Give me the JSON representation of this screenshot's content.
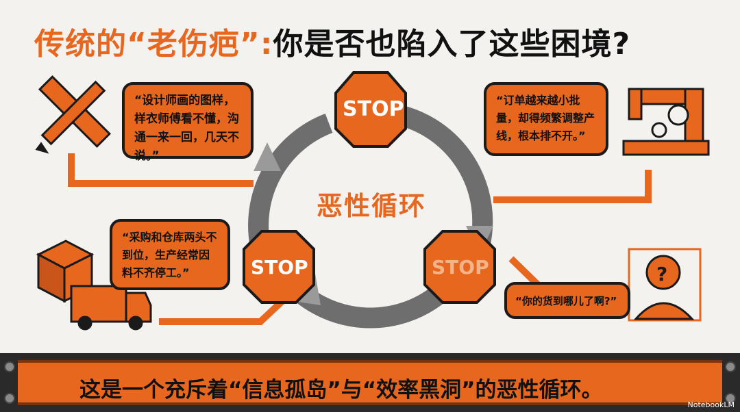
{
  "title": {
    "part1": "传统的",
    "part2": "“老伤疤”",
    "part3": ":",
    "part4": "你是否也陷入了这些困境?"
  },
  "bubbles": {
    "top_left": "“设计师画的图样，样衣师傅看不懂，沟通一来一回，几天不说。”",
    "top_right": "“订单越来越小批量，却得频繁调整产线，根本排不开。”",
    "mid_left": "“采购和仓库两头不到位，生产经常因料不齐停工。”",
    "bottom_right": "“你的货到哪儿了啊?”"
  },
  "stop_signs": [
    "STOP",
    "STOP",
    "STOP"
  ],
  "cycle_label": "恶性循环",
  "banner": "这是一个充斥着“信息孤岛”与“效率黑洞”的恶性循环。",
  "watermark": "NotebookLM",
  "colors": {
    "accent": "#e8671e",
    "dark": "#1a1a1a",
    "arrow": "#7d7d7d",
    "bg": "#f4f2ef"
  },
  "icons": [
    "pencil-ruler-icon",
    "sewing-machine-icon",
    "box-truck-icon",
    "confused-person-icon"
  ]
}
